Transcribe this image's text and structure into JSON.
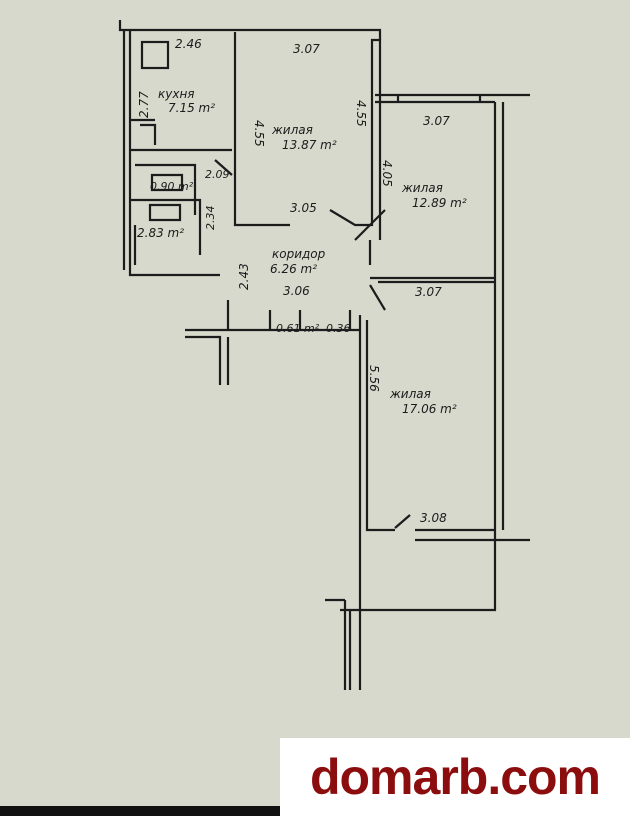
{
  "rooms": {
    "kitchen": {
      "name": "кухня",
      "area": "7.15 m²",
      "width": "2.46",
      "depth": "2.77"
    },
    "living1": {
      "name": "жилая",
      "area": "13.87 m²",
      "top": "3.07",
      "left": "4.55",
      "right": "4.55",
      "bottom": "3.05"
    },
    "living2": {
      "name": "жилая",
      "area": "12.89 m²",
      "top": "3.07",
      "left": "4.05"
    },
    "living3": {
      "name": "жилая",
      "area": "17.06 m²",
      "top": "3.07",
      "left": "5.56",
      "bottom": "3.08"
    },
    "corridor": {
      "name": "коридор",
      "area": "6.26 m²",
      "width": "3.06",
      "side": "2.43"
    },
    "toilet": {
      "area": "0.90 m²",
      "dim": "2.09"
    },
    "bathroom": {
      "area": "2.83 m²",
      "dim": "2.34"
    },
    "closet1": {
      "area": "0.61 m²"
    },
    "closet2": {
      "area": "0.36"
    }
  },
  "watermark": "domarb.com"
}
